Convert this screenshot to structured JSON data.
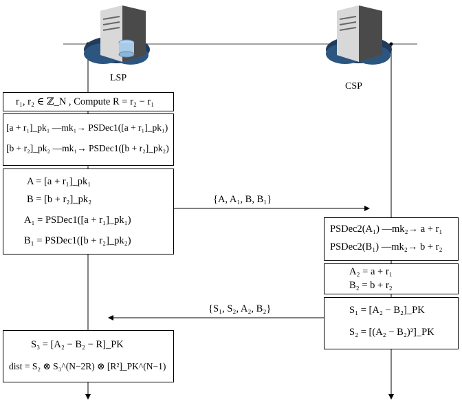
{
  "nodes": {
    "lsp": "LSP",
    "csp": "CSP"
  },
  "lsp_steps": {
    "step1": "r₁, r₂ ∈ ℤ_N , Compute R = r₂ − r₁",
    "step2": [
      "[a + r₁]_pk₁ —mk₁→ PSDec1([a + r₁]_pk₁)",
      "[b + r₂]_pk₂ —mk₁→ PSDec1([b + r₂]_pk₂)"
    ],
    "step3": [
      "A = [a + r₁]_pk₁",
      "B = [b + r₂]_pk₂",
      "A₁ = PSDec1([a + r₁]_pk₁)",
      "B₁ = PSDec1([b + r₂]_pk₂)"
    ],
    "step4": [
      "S₃ = [A₂ − B₂ − R]_PK",
      "dist = S₂ ⊗ S₃^(N−2R) ⊗ [R²]_PK^(N−1)"
    ]
  },
  "csp_steps": {
    "step1": [
      "PSDec2(A₁) —mk₂→ a + r₁",
      "PSDec2(B₁) —mk₂→ b + r₂"
    ],
    "step2": [
      "A₂ = a + r₁",
      "B₂ = b + r₂"
    ],
    "step3": [
      "S₁ = [A₂ − B₂]_PK",
      "S₂ = [(A₂ − B₂)²]_PK"
    ]
  },
  "messages": {
    "to_csp": "{A, A₁, B, B₁}",
    "to_lsp": "{S₁, S₂, A₂, B₂}"
  }
}
